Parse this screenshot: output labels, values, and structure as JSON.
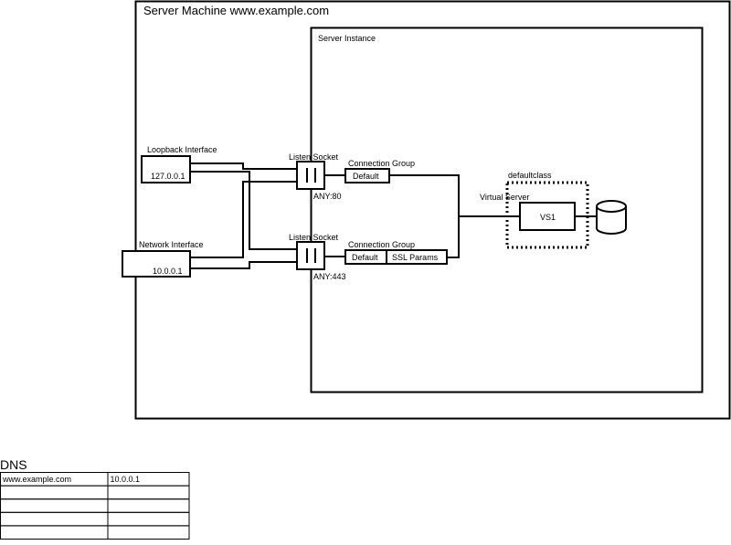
{
  "server_machine": {
    "title": "Server Machine www.example.com"
  },
  "server_instance": {
    "title": "Server Instance"
  },
  "loopback": {
    "label": "Loopback Interface",
    "ip": "127.0.0.1"
  },
  "network": {
    "label": "Network Interface",
    "ip": "10.0.0.1"
  },
  "socket1": {
    "label": "Listen Socket",
    "port": "ANY:80"
  },
  "socket2": {
    "label": "Listen Socket",
    "port": "ANY:443"
  },
  "group1": {
    "label": "Connection Group",
    "default_label": "Default"
  },
  "group2": {
    "label": "Connection Group",
    "default_label": "Default",
    "ssl_label": "SSL Params"
  },
  "virtual_server": {
    "label": "Virtual Server",
    "class_label": "defaultclass",
    "name": "VS1"
  },
  "dns": {
    "title": "DNS",
    "rows": [
      [
        "www.example.com",
        "10.0.0.1"
      ],
      [
        "",
        ""
      ],
      [
        "",
        ""
      ],
      [
        "",
        ""
      ],
      [
        "",
        ""
      ]
    ]
  }
}
